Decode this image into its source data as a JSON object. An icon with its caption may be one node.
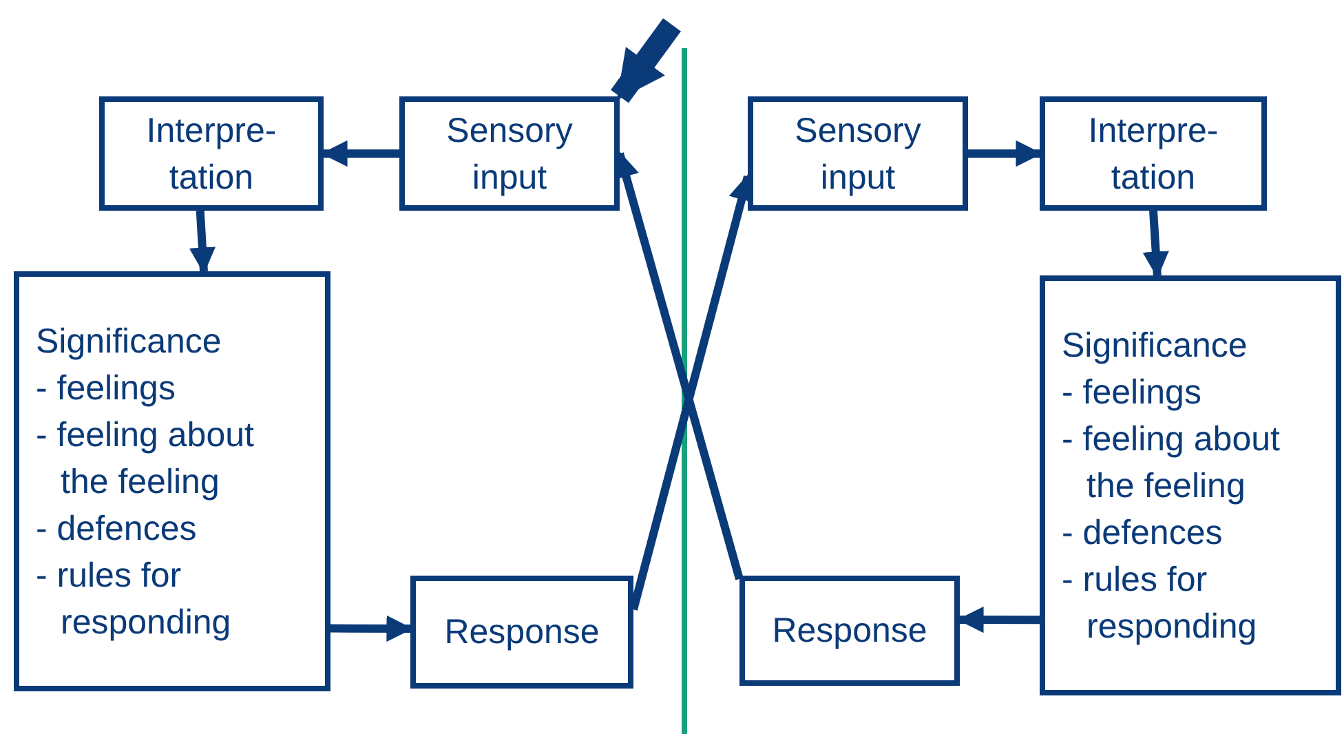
{
  "diagram": {
    "nodes": [
      {
        "text": [
          "Interpre- tation"
        ]
      },
      {
        "text": [
          "Sensory input"
        ]
      },
      {
        "text": [
          "Significance",
          "- feelings",
          "- feeling about the feeling",
          "- defences",
          "- rules for responding"
        ]
      },
      {
        "text": [
          "Response"
        ]
      },
      {
        "text": [
          "Sensory input"
        ]
      },
      {
        "text": [
          "Interpre- tation"
        ]
      },
      {
        "text": [
          "Significance",
          "- feelings",
          "- feeling about the feeling",
          "- defences",
          "- rules for responding"
        ]
      },
      {
        "text": [
          "Response"
        ]
      }
    ],
    "edges": [
      {
        "from": 1,
        "to": 0,
        "arrow": "to"
      },
      {
        "from": 0,
        "to": 2,
        "arrow": "to"
      },
      {
        "from": 2,
        "to": 3,
        "arrow": "to"
      },
      {
        "from": 3,
        "to": 4,
        "arrow": "to"
      },
      {
        "from": 7,
        "to": 1,
        "arrow": "to"
      },
      {
        "from": 4,
        "to": 5,
        "arrow": "to"
      },
      {
        "from": 5,
        "to": 6,
        "arrow": "to"
      },
      {
        "from": 6,
        "to": 7,
        "arrow": "to"
      },
      {
        "from": null,
        "to": 1,
        "arrow": "to",
        "style": "thick"
      }
    ]
  }
}
